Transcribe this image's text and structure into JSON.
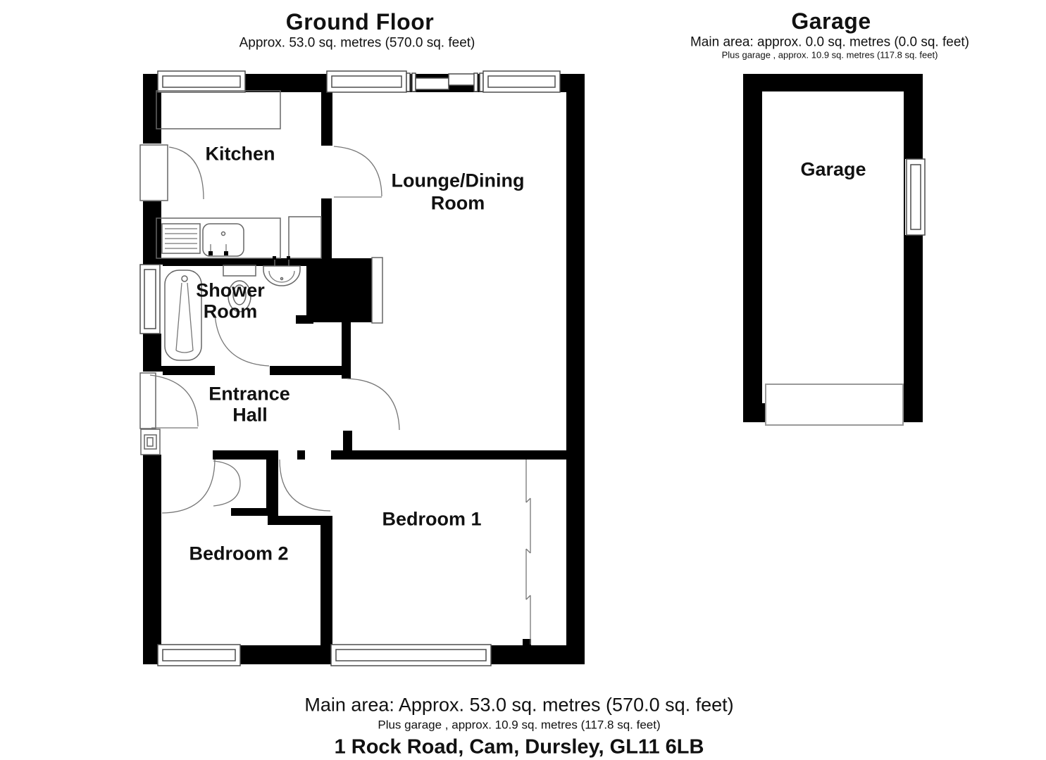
{
  "ground_floor": {
    "title": "Ground Floor",
    "subtitle": "Approx. 53.0 sq. metres (570.0 sq. feet)",
    "rooms": {
      "kitchen": "Kitchen",
      "lounge_line1": "Lounge/Dining",
      "lounge_line2": "Room",
      "shower_line1": "Shower",
      "shower_line2": "Room",
      "entrance_line1": "Entrance",
      "entrance_line2": "Hall",
      "bedroom1": "Bedroom 1",
      "bedroom2": "Bedroom 2"
    }
  },
  "garage": {
    "title": "Garage",
    "subtitle": "Main area: approx. 0.0 sq. metres (0.0 sq. feet)",
    "subtitle2": "Plus garage , approx. 10.9 sq. metres (117.8 sq. feet)",
    "room_label": "Garage"
  },
  "footer": {
    "line1": "Main area: Approx. 53.0 sq. metres (570.0 sq. feet)",
    "line2": "Plus garage , approx. 10.9 sq. metres (117.8 sq. feet)",
    "address": "1 Rock Road, Cam, Dursley, GL11 6LB"
  },
  "colors": {
    "wall": "#000000",
    "fixture_line": "#666666",
    "window_frame": "#4d4d4d",
    "text": "#111111",
    "background": "#ffffff"
  }
}
